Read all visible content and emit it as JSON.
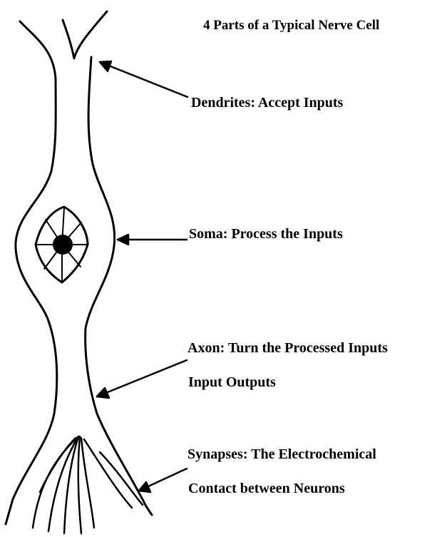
{
  "title": "4 Parts of a Typical Nerve Cell",
  "labels": {
    "dendrites": "Dendrites: Accept Inputs",
    "soma": "Soma: Process the Inputs",
    "axon_line1": "Axon: Turn the Processed Inputs",
    "axon_line2": "Input Outputs",
    "synapses_line1": "Synapses: The Electrochemical",
    "synapses_line2": "Contact between Neurons"
  }
}
